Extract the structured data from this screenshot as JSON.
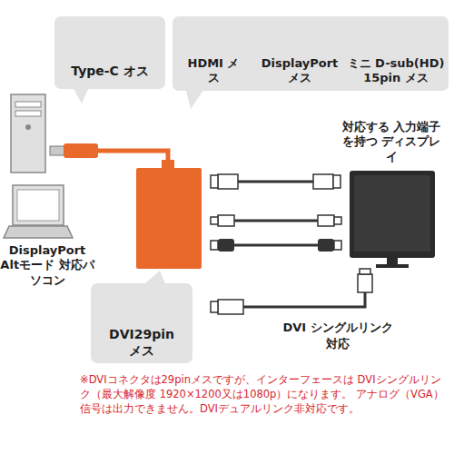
{
  "diagram": {
    "nodes": [
      {
        "text": [
          "Type-C オス"
        ]
      },
      {
        "text": [
          "HDMI メス",
          "DisplayPort メス",
          "ミニ D-sub(HD) 15pin メス"
        ]
      },
      {
        "text": [
          "DisplayPort Altモード 対応パソコン"
        ]
      },
      {
        "text": [
          "対応する 入力端子を持つ ディスプレイ"
        ]
      },
      {
        "text": [
          "DVI29pin メス"
        ]
      }
    ],
    "labels": [
      "DVI シングルリンク対応",
      "※DVIコネクタは29pinメスですが、インターフェースは DVIシングルリンク（最大解像度 1920×1200又は1080p）になります。 アナログ（VGA）信号は出力できません。DVIデュアルリンク非対応です。"
    ]
  }
}
